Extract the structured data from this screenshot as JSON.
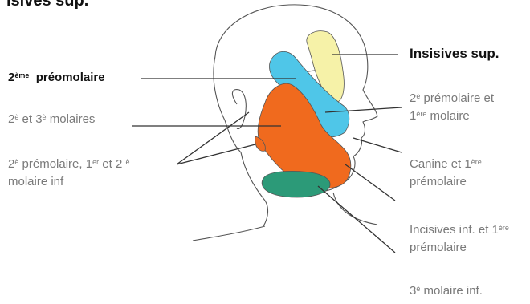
{
  "header_fragment": "isives sup.",
  "labels": {
    "incisives_sup": "Insisives sup.",
    "second_premolar_top": {
      "prefix": "2",
      "sup": "ème",
      "text": "préomolaire"
    },
    "molars_2_3": {
      "n1": "2",
      "s1": "è",
      "mid": " et 3",
      "s2": "è",
      "end": " molaires"
    },
    "premolar_molar_inf": {
      "n1": "2",
      "s1": "è",
      "t1": " prémolaire, 1",
      "s2": "er",
      "t2": " et 2 ",
      "s3": "è",
      "line2": "molaire inf"
    },
    "premolar2_molar1": {
      "n1": "2",
      "s1": "è",
      "t1": " prémolaire et",
      "l2n": "1",
      "s2": "ère",
      "t2": " molaire"
    },
    "canine": {
      "t1": "Canine et 1",
      "s1": "ère",
      "line2": "prémolaire"
    },
    "incisives_inf": {
      "t1": "Incisives inf. et 1",
      "s1": "ère",
      "line2": "prémolaire"
    },
    "molar3_inf": {
      "n1": "3",
      "s1": "è",
      "t1": " molaire inf."
    }
  },
  "colors": {
    "yellow_region": "#f6f2a8",
    "blue_region": "#4fc6e8",
    "orange_region": "#f06a1e",
    "green_region": "#2c9a78",
    "outline": "#555555"
  }
}
